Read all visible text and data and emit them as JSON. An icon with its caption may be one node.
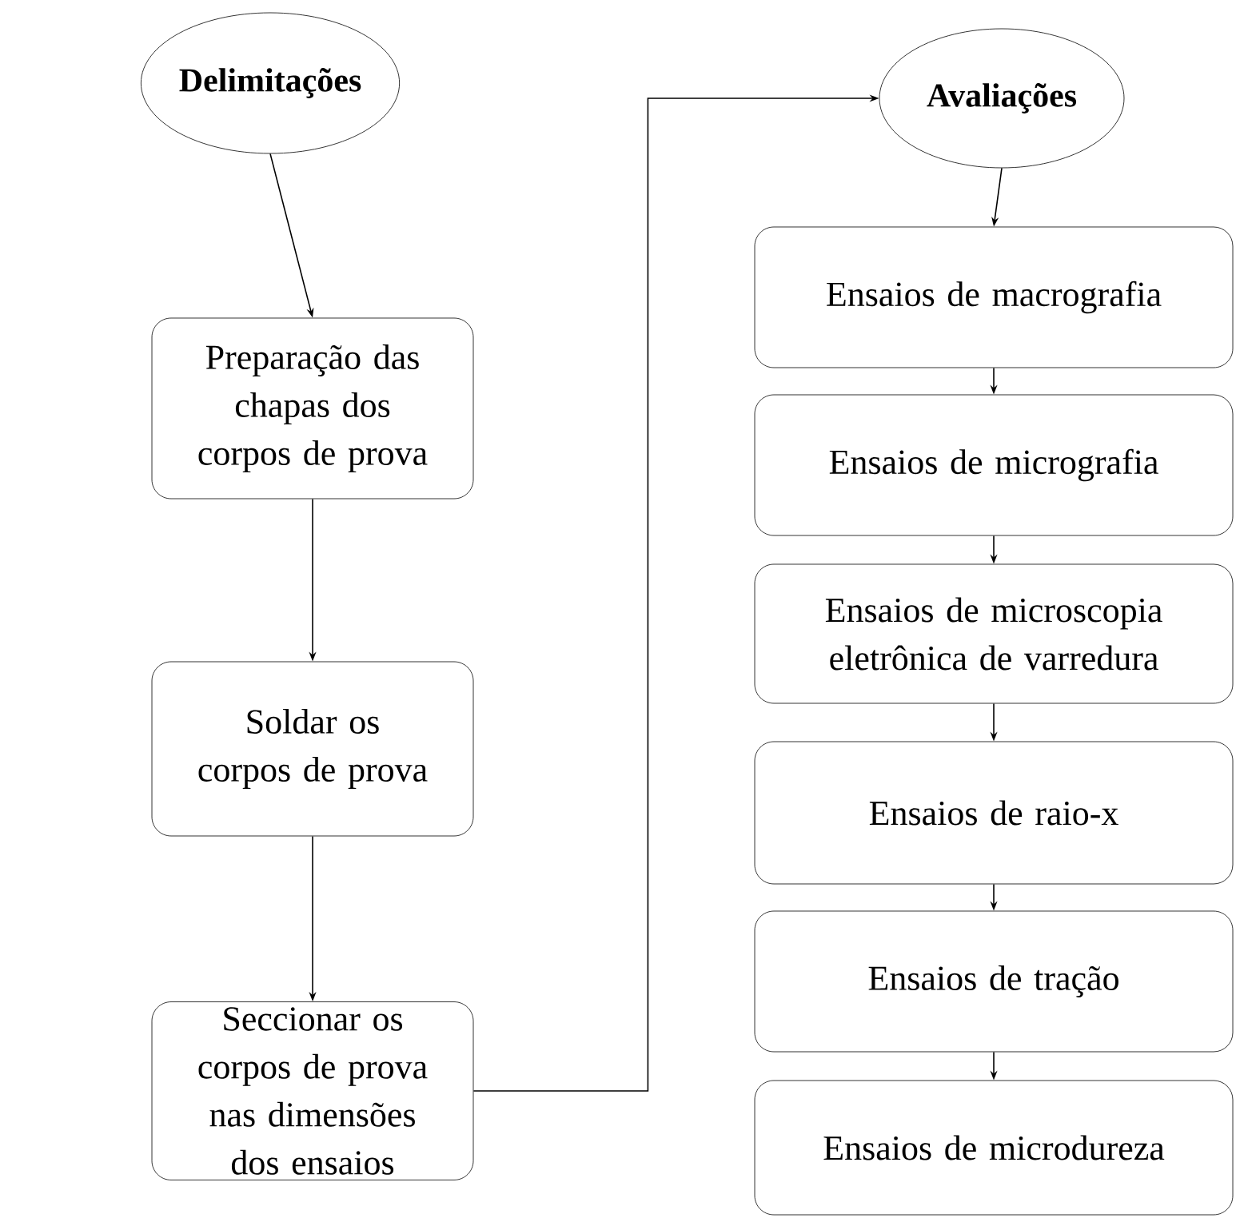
{
  "diagram": {
    "nodes": [
      {
        "text": [
          "Delimitações"
        ]
      },
      {
        "text": [
          "Preparação das chapas dos corpos de prova"
        ]
      },
      {
        "text": [
          "Soldar os corpos de prova"
        ]
      },
      {
        "text": [
          "Seccionar os corpos de prova nas dimensões dos ensaios"
        ]
      },
      {
        "text": [
          "Avaliações"
        ]
      },
      {
        "text": [
          "Ensaios de macrografia"
        ]
      },
      {
        "text": [
          "Ensaios de micrografia"
        ]
      },
      {
        "text": [
          "Ensaios de microscopia eletrônica de varredura"
        ]
      },
      {
        "text": [
          "Ensaios de raio-x"
        ]
      },
      {
        "text": [
          "Ensaios de tração"
        ]
      },
      {
        "text": [
          "Ensaios de microdureza"
        ]
      }
    ],
    "edges": [
      {
        "from": 0,
        "to": 1,
        "arrow": "to"
      },
      {
        "from": 1,
        "to": 2,
        "arrow": "to"
      },
      {
        "from": 2,
        "to": 3,
        "arrow": "to"
      },
      {
        "from": 3,
        "to": 4,
        "arrow": "to"
      },
      {
        "from": 4,
        "to": 5,
        "arrow": "to"
      },
      {
        "from": 5,
        "to": 6,
        "arrow": "to"
      },
      {
        "from": 6,
        "to": 7,
        "arrow": "to"
      },
      {
        "from": 7,
        "to": 8,
        "arrow": "to"
      },
      {
        "from": 8,
        "to": 9,
        "arrow": "to"
      },
      {
        "from": 9,
        "to": 10,
        "arrow": "to"
      }
    ]
  }
}
